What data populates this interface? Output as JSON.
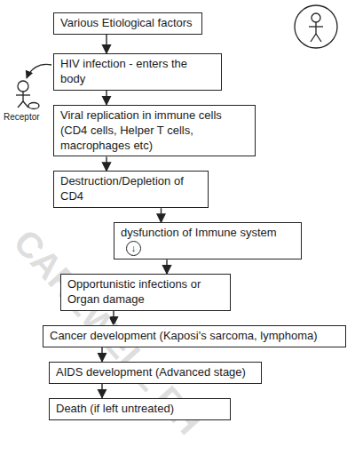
{
  "diagram": {
    "nodes": [
      {
        "text": [
          "Various Etiological factors"
        ]
      },
      {
        "text": [
          "HIV infection - enters the body"
        ]
      },
      {
        "text": [
          "Viral replication in immune cells (CD4 cells, Helper T cells, macrophages etc)"
        ]
      },
      {
        "text": [
          "Destruction/Depletion of CD4"
        ]
      },
      {
        "text": [
          "dysfunction of Immune system",
          "↓"
        ]
      },
      {
        "text": [
          "Opportunistic infections or Organ damage"
        ]
      },
      {
        "text": [
          "Cancer development (Kaposi's sarcoma, lymphoma)"
        ]
      },
      {
        "text": [
          "AIDS development (Advanced stage)"
        ]
      },
      {
        "text": [
          "Death (if left untreated)"
        ]
      }
    ],
    "edges": [
      {
        "from": 0,
        "to": 1,
        "arrow": "to"
      },
      {
        "from": 1,
        "to": 2,
        "arrow": "to"
      },
      {
        "from": 2,
        "to": 3,
        "arrow": "to"
      },
      {
        "from": 3,
        "to": 4,
        "arrow": "to"
      },
      {
        "from": 4,
        "to": 5,
        "arrow": "to"
      },
      {
        "from": 5,
        "to": 6,
        "arrow": "to"
      },
      {
        "from": 6,
        "to": 7,
        "arrow": "to"
      },
      {
        "from": 7,
        "to": 8,
        "arrow": "to"
      }
    ],
    "labels": [
      "Receptor",
      "CAREWELL PH"
    ]
  }
}
